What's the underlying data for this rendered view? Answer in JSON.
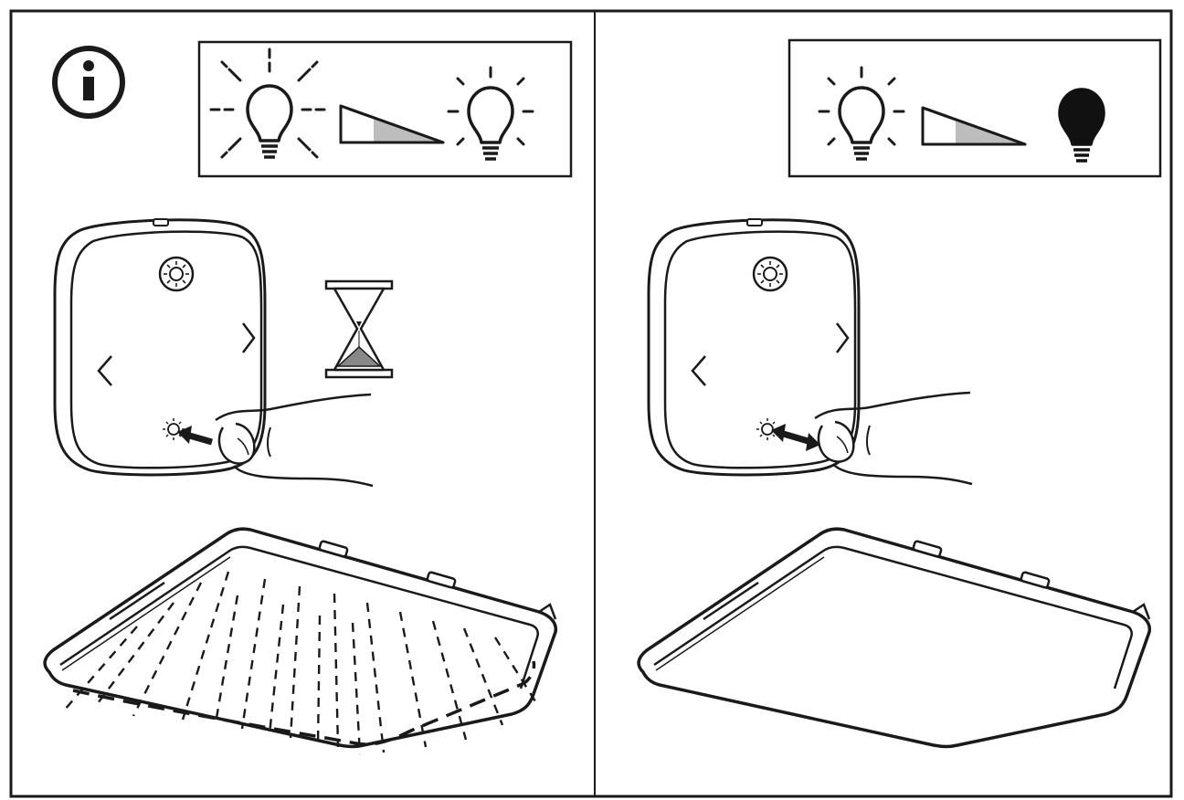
{
  "colors": {
    "ink": "#1a1a1a",
    "paper": "#ffffff",
    "ramp_fill": "#bdbdbd",
    "bulb_off": "#111111"
  },
  "panels": [
    {
      "id": "left",
      "info_icon": "info-circle-icon",
      "legend": [
        "light-bulb-bright-icon",
        "dimming-ramp-icon",
        "light-bulb-dim-icon"
      ],
      "remote": {
        "button": "brightness-button-icon",
        "action": "press-and-hold",
        "timer_icon": "hourglass-icon"
      },
      "lamp_state": "on"
    },
    {
      "id": "right",
      "legend": [
        "light-bulb-dim-icon",
        "dimming-ramp-icon",
        "light-bulb-off-icon"
      ],
      "remote": {
        "button": "brightness-button-icon",
        "action": "press-and-release"
      },
      "lamp_state": "off"
    }
  ]
}
